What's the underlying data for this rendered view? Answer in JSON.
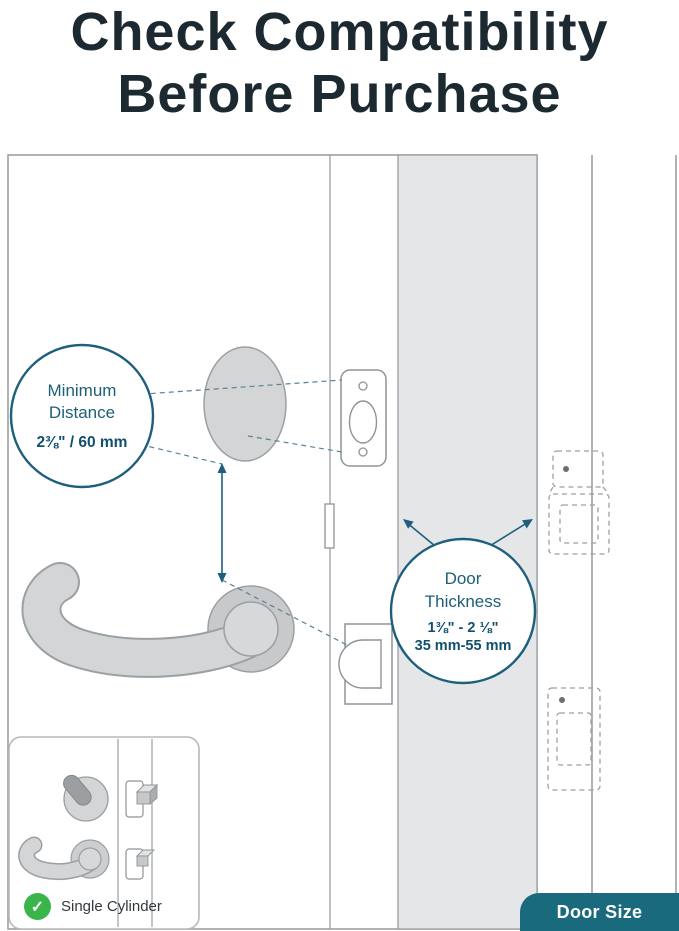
{
  "title": {
    "line1": "Check Compatibility",
    "line2": "Before Purchase"
  },
  "callouts": {
    "min_distance": {
      "label1": "Minimum",
      "label2": "Distance",
      "value": "2⅜\" / 60 mm"
    },
    "door_thickness": {
      "label1": "Door",
      "label2": "Thickness",
      "value1": "1⅜\" - 2 ⅛\"",
      "value2": "35 mm-55 mm"
    }
  },
  "inset": {
    "label": "Single Cylinder",
    "check_icon": "✓"
  },
  "badge": {
    "label": "Door Size"
  },
  "colors": {
    "accent_blue": "#1d5f7d",
    "badge_teal": "#1a6a7e",
    "check_green": "#3bb54a",
    "door_edge_gray": "#e4e6e7"
  }
}
